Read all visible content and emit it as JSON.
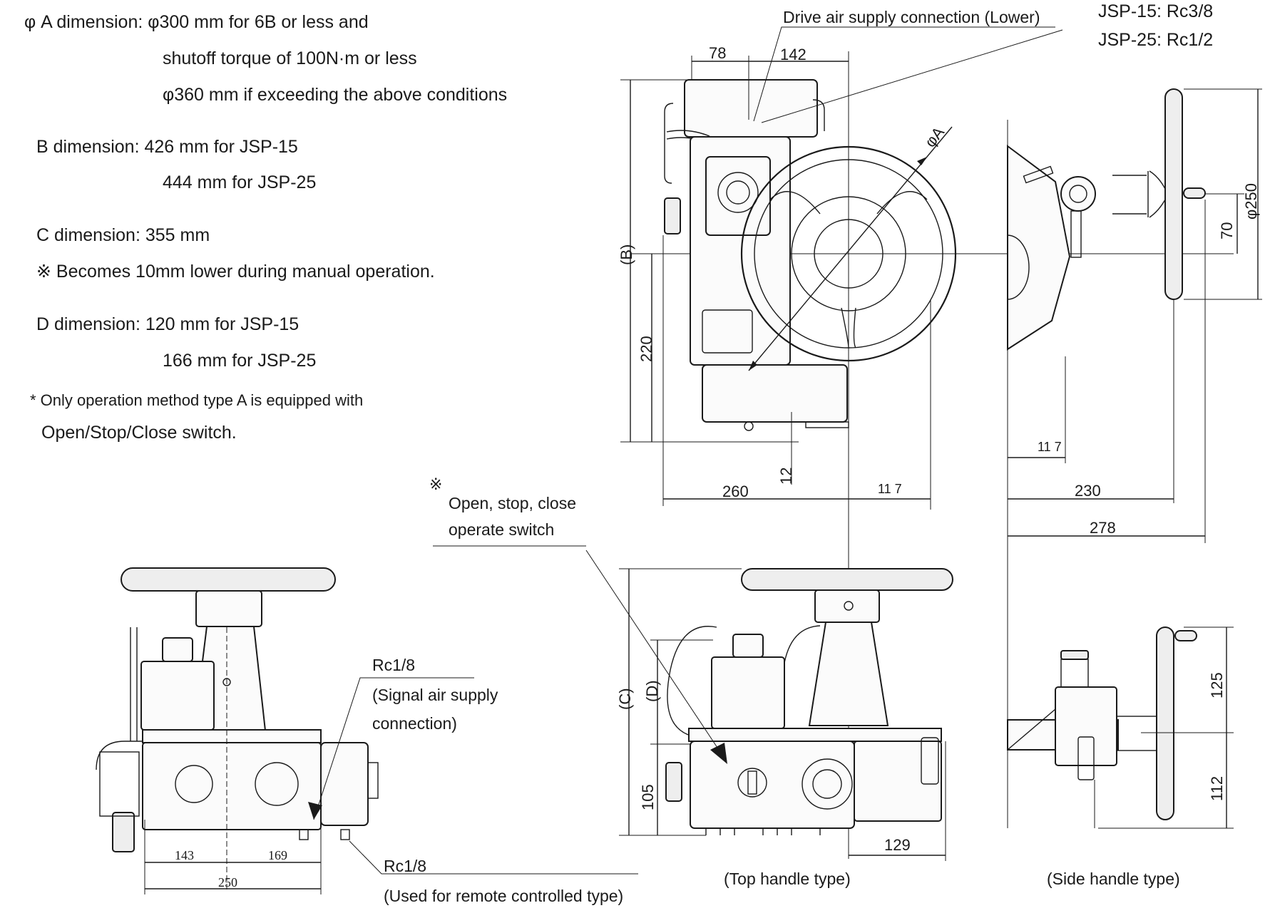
{
  "notes": {
    "a_line1": "φ A dimension: φ300 mm for 6B or less and",
    "a_line2": "shutoff torque of 100N·m or less",
    "a_line3": "φ360 mm if exceeding the above conditions",
    "b_line1": "B dimension:   426 mm for JSP-15",
    "b_line2": "444 mm for JSP-25",
    "c_line1": "C dimension: 355 mm",
    "c_line2": "※ Becomes 10mm lower during manual operation.",
    "d_line1": "D dimension: 120 mm for JSP-15",
    "d_line2": "166 mm for JSP-25",
    "star_line1": "*   Only operation method type A is equipped with",
    "star_line2": "Open/Stop/Close switch."
  },
  "callouts": {
    "drive_air": "Drive air supply connection (Lower)",
    "jsp15": "JSP-15: Rc3/8",
    "jsp25": "JSP-25: Rc1/2",
    "switch_mark": "※",
    "switch_line1": "Open, stop, close",
    "switch_line2": "operate switch",
    "rc18_signal": "Rc1/8",
    "signal_line1": "(Signal air supply",
    "signal_line2": "connection)",
    "rc18_remote": "Rc1/8",
    "remote_text": "(Used for remote controlled type)"
  },
  "captions": {
    "top_handle": "(Top handle type)",
    "side_handle": "(Side handle type)"
  },
  "dimensions": {
    "d78": "78",
    "d142": "142",
    "phiA": "φA",
    "bLabel": "(B)",
    "d220": "220",
    "d12": "12",
    "d260": "260",
    "d117a": "11 7",
    "d117b": "11 7",
    "d230": "230",
    "d278": "278",
    "d70": "70",
    "phi250": "φ250",
    "cLabel": "(C)",
    "dLabel": "(D)",
    "d105": "105",
    "d129": "129",
    "d125": "125",
    "d112": "112",
    "d143": "143",
    "d169": "169",
    "d250": "250"
  }
}
